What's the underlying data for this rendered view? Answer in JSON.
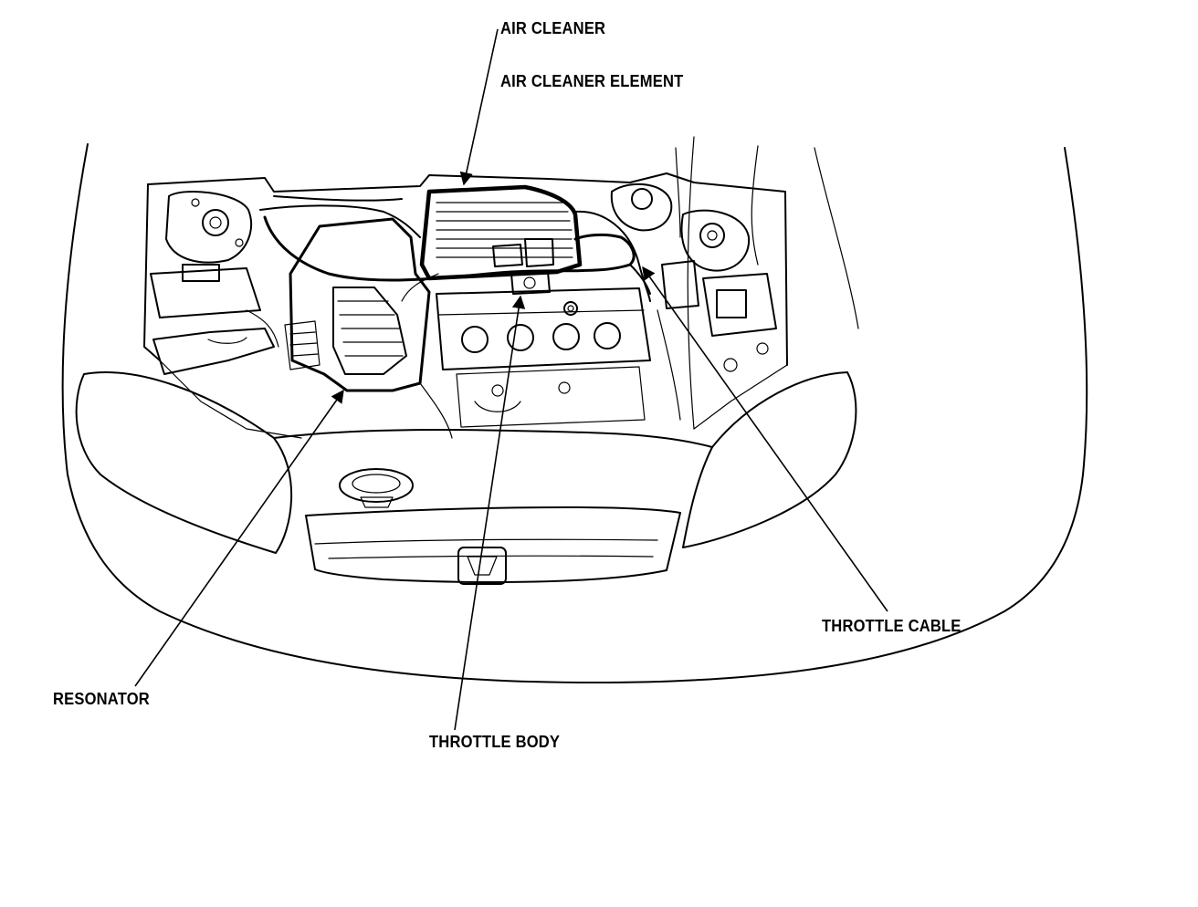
{
  "callouts": {
    "air_cleaner": "AIR CLEANER",
    "air_cleaner_element": "AIR CLEANER ELEMENT",
    "throttle_cable": "THROTTLE CABLE",
    "resonator": "RESONATOR",
    "throttle_body": "THROTTLE BODY"
  },
  "colors": {
    "ink": "#000000",
    "paper": "#ffffff"
  }
}
